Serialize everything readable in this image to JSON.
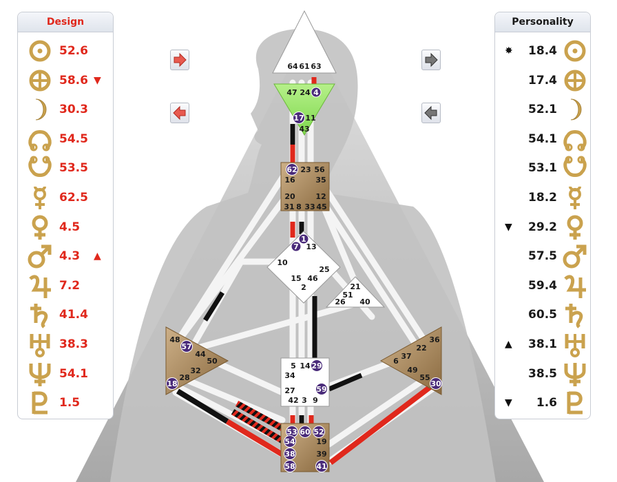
{
  "colors": {
    "design": "#e0281c",
    "personality": "#1a1a1a",
    "gold": "#d9b25c",
    "defined": "#8fe05a",
    "gate_circle": "#4a2b7a"
  },
  "design": {
    "title": "Design",
    "rows": [
      {
        "icon": "sun-icon",
        "value": "52.6",
        "mark": ""
      },
      {
        "icon": "earth-icon",
        "value": "58.6",
        "mark": "▼"
      },
      {
        "icon": "moon-icon",
        "value": "30.3",
        "mark": ""
      },
      {
        "icon": "north-node-icon",
        "value": "54.5",
        "mark": ""
      },
      {
        "icon": "south-node-icon",
        "value": "53.5",
        "mark": ""
      },
      {
        "icon": "mercury-icon",
        "value": "62.5",
        "mark": ""
      },
      {
        "icon": "venus-icon",
        "value": "4.5",
        "mark": ""
      },
      {
        "icon": "mars-icon",
        "value": "4.3",
        "mark": "▲"
      },
      {
        "icon": "jupiter-icon",
        "value": "7.2",
        "mark": ""
      },
      {
        "icon": "saturn-icon",
        "value": "41.4",
        "mark": ""
      },
      {
        "icon": "uranus-icon",
        "value": "38.3",
        "mark": ""
      },
      {
        "icon": "neptune-icon",
        "value": "54.1",
        "mark": ""
      },
      {
        "icon": "pluto-icon",
        "value": "1.5",
        "mark": ""
      }
    ]
  },
  "personality": {
    "title": "Personality",
    "rows": [
      {
        "icon": "sun-icon",
        "value": "18.4",
        "mark": "✸"
      },
      {
        "icon": "earth-icon",
        "value": "17.4",
        "mark": ""
      },
      {
        "icon": "moon-icon",
        "value": "52.1",
        "mark": ""
      },
      {
        "icon": "north-node-icon",
        "value": "54.1",
        "mark": ""
      },
      {
        "icon": "south-node-icon",
        "value": "53.1",
        "mark": ""
      },
      {
        "icon": "mercury-icon",
        "value": "18.2",
        "mark": ""
      },
      {
        "icon": "venus-icon",
        "value": "29.2",
        "mark": "▼"
      },
      {
        "icon": "mars-icon",
        "value": "57.5",
        "mark": ""
      },
      {
        "icon": "jupiter-icon",
        "value": "59.4",
        "mark": ""
      },
      {
        "icon": "saturn-icon",
        "value": "60.5",
        "mark": ""
      },
      {
        "icon": "uranus-icon",
        "value": "38.1",
        "mark": "▲"
      },
      {
        "icon": "neptune-icon",
        "value": "38.5",
        "mark": ""
      },
      {
        "icon": "pluto-icon",
        "value": "1.6",
        "mark": "▼"
      }
    ]
  },
  "nav": [
    {
      "name": "design-next-button",
      "icon": "arrow-right-icon",
      "color": "#e0281c"
    },
    {
      "name": "design-prev-button",
      "icon": "arrow-left-icon",
      "color": "#e0281c"
    },
    {
      "name": "personality-next-button",
      "icon": "arrow-right-icon",
      "color": "#555555"
    },
    {
      "name": "personality-prev-button",
      "icon": "arrow-left-icon",
      "color": "#555555"
    }
  ],
  "gates": [
    {
      "c": "head",
      "n": "64",
      "on": false
    },
    {
      "c": "head",
      "n": "61",
      "on": false
    },
    {
      "c": "head",
      "n": "63",
      "on": false
    },
    {
      "c": "ajna",
      "n": "47",
      "on": false
    },
    {
      "c": "ajna",
      "n": "24",
      "on": false
    },
    {
      "c": "ajna",
      "n": "4",
      "on": true
    },
    {
      "c": "ajna",
      "n": "17",
      "on": true
    },
    {
      "c": "ajna",
      "n": "11",
      "on": false
    },
    {
      "c": "ajna",
      "n": "43",
      "on": false
    },
    {
      "c": "throat",
      "n": "62",
      "on": true
    },
    {
      "c": "throat",
      "n": "23",
      "on": false
    },
    {
      "c": "throat",
      "n": "56",
      "on": false
    },
    {
      "c": "throat",
      "n": "16",
      "on": false
    },
    {
      "c": "throat",
      "n": "35",
      "on": false
    },
    {
      "c": "throat",
      "n": "20",
      "on": false
    },
    {
      "c": "throat",
      "n": "12",
      "on": false
    },
    {
      "c": "throat",
      "n": "31",
      "on": false
    },
    {
      "c": "throat",
      "n": "8",
      "on": false
    },
    {
      "c": "throat",
      "n": "33",
      "on": false
    },
    {
      "c": "throat",
      "n": "45",
      "on": false
    },
    {
      "c": "g",
      "n": "1",
      "on": true
    },
    {
      "c": "g",
      "n": "7",
      "on": true
    },
    {
      "c": "g",
      "n": "13",
      "on": false
    },
    {
      "c": "g",
      "n": "10",
      "on": false
    },
    {
      "c": "g",
      "n": "25",
      "on": false
    },
    {
      "c": "g",
      "n": "15",
      "on": false
    },
    {
      "c": "g",
      "n": "46",
      "on": false
    },
    {
      "c": "g",
      "n": "2",
      "on": false
    },
    {
      "c": "heart",
      "n": "21",
      "on": false
    },
    {
      "c": "heart",
      "n": "51",
      "on": false
    },
    {
      "c": "heart",
      "n": "26",
      "on": false
    },
    {
      "c": "heart",
      "n": "40",
      "on": false
    },
    {
      "c": "spleen",
      "n": "48",
      "on": false
    },
    {
      "c": "spleen",
      "n": "57",
      "on": true
    },
    {
      "c": "spleen",
      "n": "44",
      "on": false
    },
    {
      "c": "spleen",
      "n": "50",
      "on": false
    },
    {
      "c": "spleen",
      "n": "32",
      "on": false
    },
    {
      "c": "spleen",
      "n": "28",
      "on": false
    },
    {
      "c": "spleen",
      "n": "18",
      "on": true
    },
    {
      "c": "sacral",
      "n": "5",
      "on": false
    },
    {
      "c": "sacral",
      "n": "14",
      "on": false
    },
    {
      "c": "sacral",
      "n": "29",
      "on": true
    },
    {
      "c": "sacral",
      "n": "34",
      "on": false
    },
    {
      "c": "sacral",
      "n": "27",
      "on": false
    },
    {
      "c": "sacral",
      "n": "59",
      "on": true
    },
    {
      "c": "sacral",
      "n": "42",
      "on": false
    },
    {
      "c": "sacral",
      "n": "3",
      "on": false
    },
    {
      "c": "sacral",
      "n": "9",
      "on": false
    },
    {
      "c": "solar",
      "n": "36",
      "on": false
    },
    {
      "c": "solar",
      "n": "22",
      "on": false
    },
    {
      "c": "solar",
      "n": "37",
      "on": false
    },
    {
      "c": "solar",
      "n": "6",
      "on": false
    },
    {
      "c": "solar",
      "n": "49",
      "on": false
    },
    {
      "c": "solar",
      "n": "55",
      "on": false
    },
    {
      "c": "solar",
      "n": "30",
      "on": true
    },
    {
      "c": "root",
      "n": "53",
      "on": true
    },
    {
      "c": "root",
      "n": "60",
      "on": true
    },
    {
      "c": "root",
      "n": "52",
      "on": true
    },
    {
      "c": "root",
      "n": "54",
      "on": true
    },
    {
      "c": "root",
      "n": "19",
      "on": false
    },
    {
      "c": "root",
      "n": "38",
      "on": true
    },
    {
      "c": "root",
      "n": "39",
      "on": false
    },
    {
      "c": "root",
      "n": "58",
      "on": true
    },
    {
      "c": "root",
      "n": "41",
      "on": true
    }
  ]
}
